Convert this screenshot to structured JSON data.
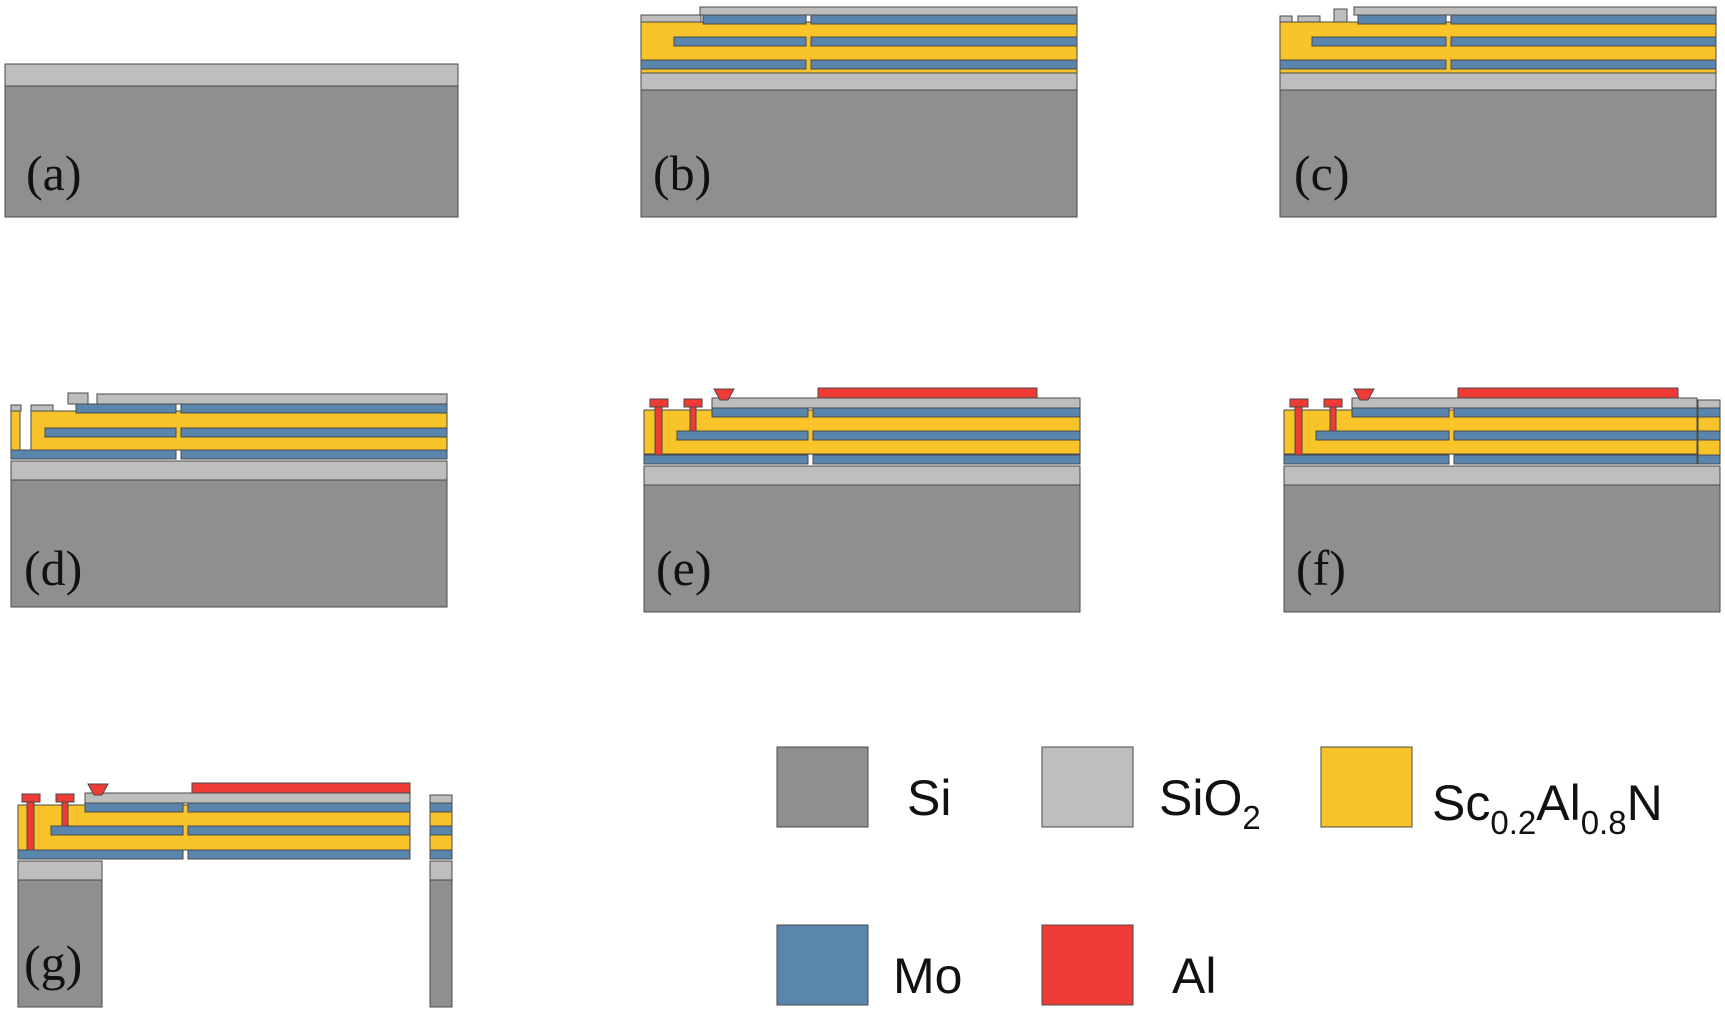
{
  "colors": {
    "si": "#8f8f8f",
    "sio2": "#bebebe",
    "scaln": "#f8c42a",
    "mo": "#5a86ad",
    "al": "#ef3b36",
    "stroke": "#4a4a4a"
  },
  "panels": [
    {
      "id": "a",
      "label": "(a)"
    },
    {
      "id": "b",
      "label": "(b)"
    },
    {
      "id": "c",
      "label": "(c)"
    },
    {
      "id": "d",
      "label": "(d)"
    },
    {
      "id": "e",
      "label": "(e)"
    },
    {
      "id": "f",
      "label": "(f)"
    },
    {
      "id": "g",
      "label": "(g)"
    }
  ],
  "legend": {
    "si": "Si",
    "sio2": {
      "base": "SiO",
      "sub": "2"
    },
    "scaln": {
      "p1": "Sc",
      "s1": "0.2",
      "p2": "Al",
      "s2": "0.8",
      "p3": "N"
    },
    "mo": "Mo",
    "al": "Al"
  }
}
